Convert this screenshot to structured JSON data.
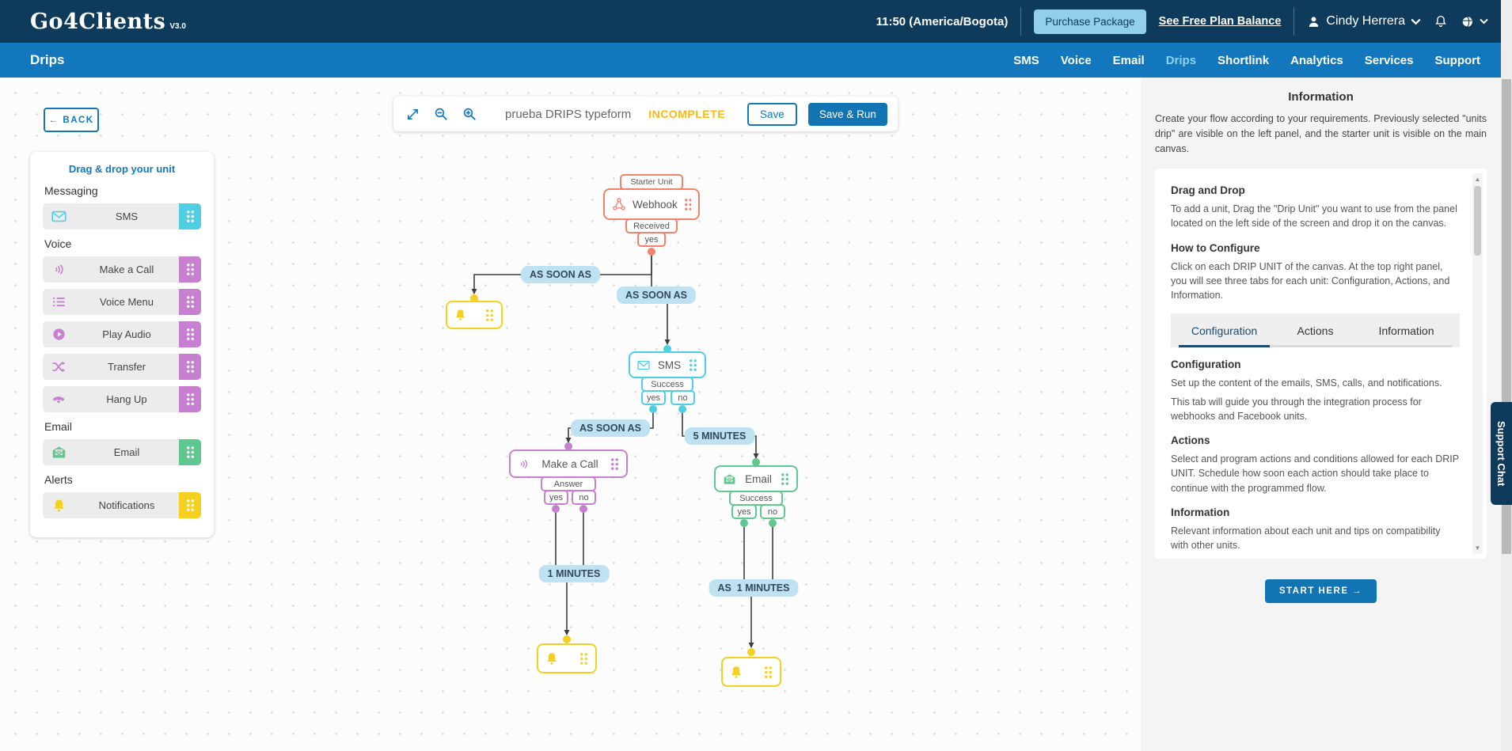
{
  "topbar": {
    "logo": "Go4Clients",
    "version": "V3.0",
    "time": "11:50 (America/Bogota)",
    "purchase_button": "Purchase Package",
    "balance_link": "See Free Plan Balance",
    "user_name": "Cindy Herrera"
  },
  "nav": {
    "page_title": "Drips",
    "items": [
      {
        "label": "SMS"
      },
      {
        "label": "Voice"
      },
      {
        "label": "Email"
      },
      {
        "label": "Drips"
      },
      {
        "label": "Shortlink"
      },
      {
        "label": "Analytics"
      },
      {
        "label": "Services"
      },
      {
        "label": "Support"
      }
    ]
  },
  "sidebar": {
    "back_label": "BACK",
    "back_arrow": "←",
    "title": "Drag & drop your unit",
    "sections": [
      {
        "label": "Messaging"
      },
      {
        "label": "Voice"
      },
      {
        "label": "Email"
      },
      {
        "label": "Alerts"
      }
    ],
    "items": {
      "sms": "SMS",
      "make_a_call": "Make a Call",
      "voice_menu": "Voice Menu",
      "play_audio": "Play Audio",
      "transfer": "Transfer",
      "hang_up": "Hang Up",
      "email": "Email",
      "notifications": "Notifications"
    }
  },
  "toolbar": {
    "flow_name": "prueba DRIPS typeform",
    "status": "INCOMPLETE",
    "save_label": "Save",
    "save_run_label": "Save & Run"
  },
  "flow": {
    "webhook": {
      "tab": "Starter Unit",
      "label": "Webhook",
      "result": "Received",
      "yes": "yes"
    },
    "sms": {
      "label": "SMS",
      "result": "Success",
      "yes": "yes",
      "no": "no"
    },
    "call": {
      "label": "Make a Call",
      "result": "Answer",
      "yes": "yes",
      "no": "no"
    },
    "email": {
      "label": "Email",
      "result": "Success",
      "yes": "yes",
      "no": "no"
    },
    "labels": {
      "as_soon_as_1": "AS SOON AS",
      "as_soon_as_2": "AS SOON AS",
      "as_soon_as_3": "AS SOON AS",
      "five_minutes": "5 MINUTES",
      "one_minute": "1 MINUTES",
      "as_one_minute": "AS  1 MINUTES"
    }
  },
  "info_panel": {
    "title": "Information",
    "intro": "Create your flow according to your requirements. Previously selected \"units drip\" are visible on the left panel, and the starter unit is visible on the main canvas.",
    "drag_heading": "Drag and Drop",
    "drag_text": "To add a unit, Drag the \"Drip Unit\" you want to use from the panel located on the left side of the screen and drop it on the canvas.",
    "configure_heading": "How to Configure",
    "configure_text": "Click on each DRIP UNIT of the canvas. At the top right panel, you will see three tabs for each unit: Configuration, Actions, and Information.",
    "tabs": [
      {
        "label": "Configuration"
      },
      {
        "label": "Actions"
      },
      {
        "label": "Information"
      }
    ],
    "config_heading": "Configuration",
    "config_text1": "Set up the content of the emails, SMS, calls, and notifications.",
    "config_text2": "This tab will guide you through the integration process for webhooks and Facebook units.",
    "actions_heading": "Actions",
    "actions_text": "Select and program actions and conditions allowed for each DRIP UNIT. Schedule how soon each action should take place to continue with the programmed flow.",
    "information_heading": "Information",
    "information_text": "Relevant information about each unit and tips on compatibility with other units.",
    "start_button": "START HERE →"
  },
  "support_chat": {
    "label": "Support Chat"
  },
  "colors": {
    "navbar_navy": "#0e3a5c",
    "nav_blue": "#1277bd",
    "accent_blue": "#1178be",
    "cyan": "#4fd0e2",
    "purple": "#c77fd0",
    "green": "#5ec88e",
    "yellow": "#f5d021",
    "coral": "#f4826b",
    "pill_bg": "#bee2f2",
    "incomplete_gold": "#fdb813"
  }
}
